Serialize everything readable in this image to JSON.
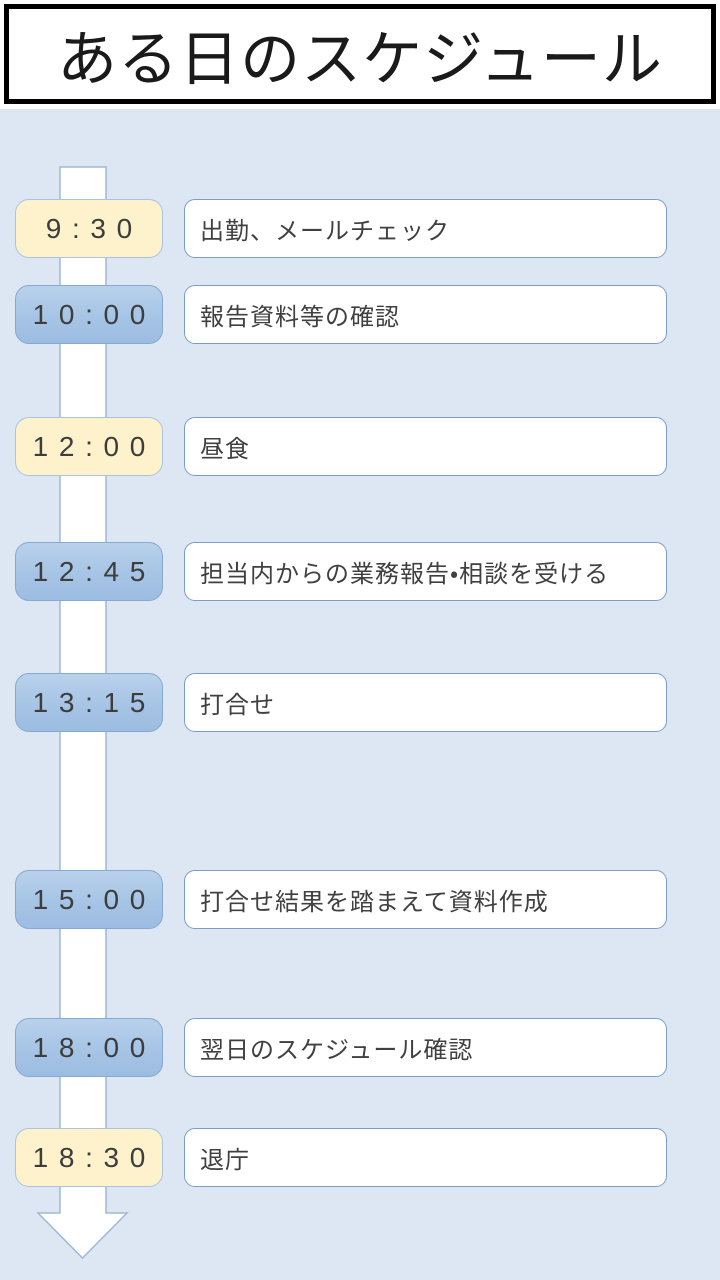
{
  "title": "ある日のスケジュール",
  "colors": {
    "background": "#dce7f3",
    "title_border": "#000000",
    "arrow_fill": "#ffffff",
    "arrow_border": "#a0b8d2",
    "cream_badge_fill": "#fdf2cc",
    "cream_badge_border": "#aac4de",
    "blue_badge_fill_top": "#b9d1ec",
    "blue_badge_fill_bottom": "#9cbce1",
    "blue_badge_border": "#85a9cf",
    "event_box_border": "#7d9cc4",
    "text": "#3d3d3d"
  },
  "schedule": [
    {
      "time": "9:30",
      "accent": "cream",
      "description": "出勤、メールチェック"
    },
    {
      "time": "10:00",
      "accent": "blue",
      "description": "報告資料等の確認"
    },
    {
      "time": "12:00",
      "accent": "cream",
      "description": "昼食"
    },
    {
      "time": "12:45",
      "accent": "blue",
      "description": "担当内からの業務報告・相談を受ける"
    },
    {
      "time": "13:15",
      "accent": "blue",
      "description": "打合せ"
    },
    {
      "time": "15:00",
      "accent": "blue",
      "description": "打合せ結果を踏まえて資料作成"
    },
    {
      "time": "18:00",
      "accent": "blue",
      "description": "翌日のスケジュール確認"
    },
    {
      "time": "18:30",
      "accent": "cream",
      "description": "退庁"
    }
  ]
}
